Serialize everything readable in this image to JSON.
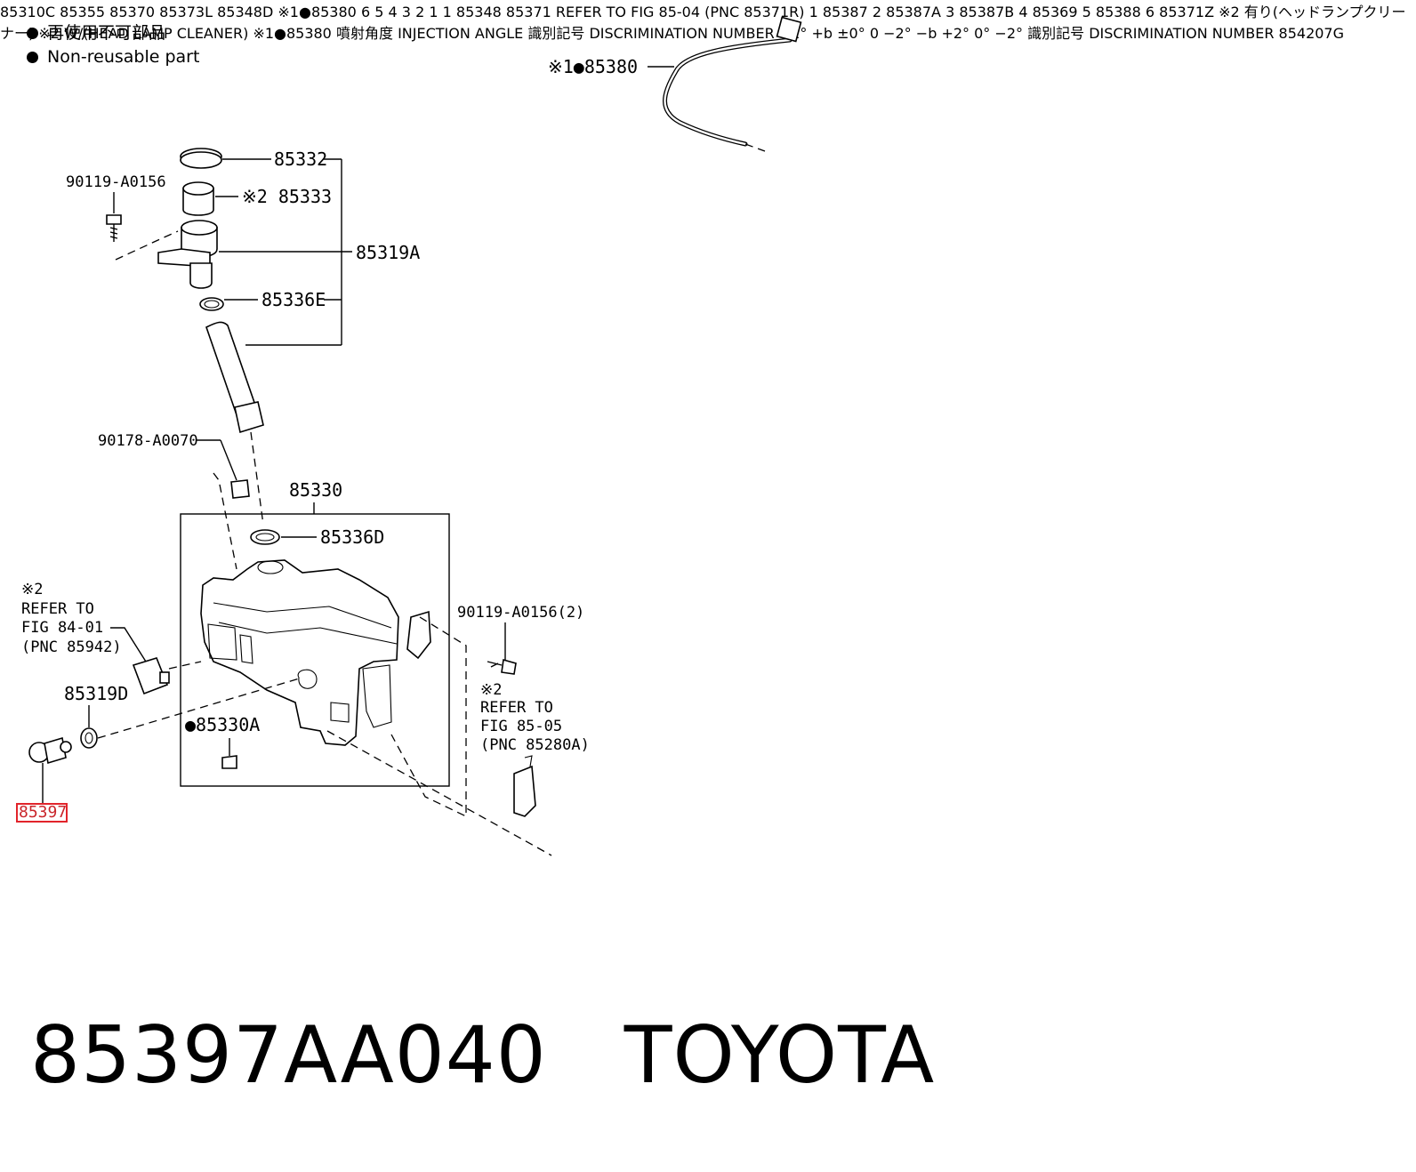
{
  "legend": {
    "line1": "再使用不可部品",
    "line2": "Non-reusable part"
  },
  "labels": {
    "p85380_top": "※1●85380",
    "p85380_mid": "※1●85380",
    "p85355": "85355",
    "p85332": "85332",
    "p85333": "※2 85333",
    "p90119_a": "90119-A0156",
    "p85319A": "85319A",
    "p85336E": "85336E",
    "p85370": "85370",
    "p85373L": "85373L",
    "p85348D": "85348D",
    "p90178": "90178-A0070",
    "p85330": "85330",
    "p85336D": "85336D",
    "ref1_a": "※2",
    "ref1_b": "REFER TO",
    "ref1_c": "FIG 84-01",
    "ref1_d": "(PNC 85942)",
    "p90119_b": "90119-A0156(2)",
    "ref2_a": "※2",
    "ref2_b": "REFER TO",
    "ref2_c": "FIG 85-05",
    "ref2_d": "(PNC 85280A)",
    "p85319D": "85319D",
    "p85330A": "●85330A",
    "p85397": "85397",
    "p85310C": "85310C",
    "p85348": "85348",
    "p85371": "85371",
    "ref3_a": "REFER TO",
    "ref3_b": "FIG 85-04",
    "ref3_c": "(PNC 85371R)",
    "p85387": "85387",
    "p85387A": "85387A",
    "p85387B": "85387B",
    "p85369": "85369",
    "p85388": "85388",
    "p85371Z": "85371Z",
    "note_jp": "※2 有り(ヘッドランプクリーナー)",
    "note_en": "※2 W/(HEAD LAMP CLEANER)",
    "fig_code": "854207G"
  },
  "callouts": [
    "1",
    "2",
    "3",
    "4",
    "5",
    "6"
  ],
  "table": {
    "title": "※1●85380",
    "col1_jp": "噴射角度",
    "col1_en_a": "INJECTION",
    "col1_en_b": "ANGLE",
    "col2_jp": "識別記号",
    "col2_en_a": "DISCRIMINATION",
    "col2_en_b": "NUMBER",
    "rows": [
      {
        "angle": "+2°",
        "code": "+b"
      },
      {
        "angle": "±0°",
        "code": "0"
      },
      {
        "angle": "−2°",
        "code": "−b"
      }
    ],
    "ang_plus": "+2°",
    "ang_zero": "0°",
    "ang_minus": "−2°",
    "mark_jp": "識別記号",
    "mark_en_a": "DISCRIMINATION",
    "mark_en_b": "NUMBER"
  },
  "title": {
    "part_number": "85397AA040",
    "brand": "TOYOTA"
  }
}
